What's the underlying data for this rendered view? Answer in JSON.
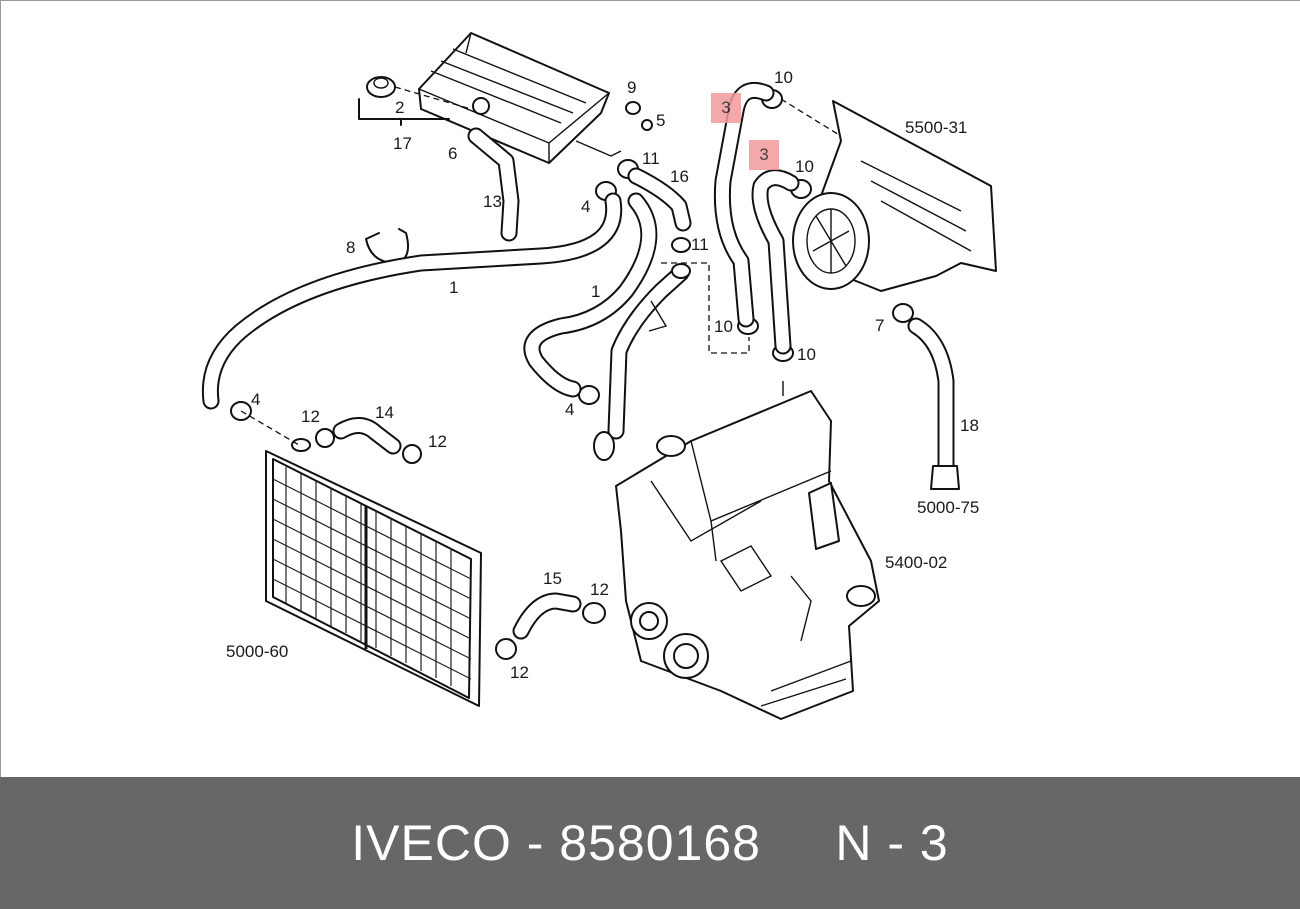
{
  "footer": {
    "text": "IVECO - 8580168     N - 3"
  },
  "callouts": {
    "c2": "2",
    "c17": "17",
    "c6": "6",
    "c13": "13",
    "c9": "9",
    "c5": "5",
    "c11a": "11",
    "c16": "16",
    "c4a": "4",
    "c8": "8",
    "c1a": "1",
    "c11b": "11",
    "c1b": "1",
    "c4b": "4",
    "c4c": "4",
    "c12a": "12",
    "c14": "14",
    "c12b": "12",
    "c10a": "10",
    "c3a": "3",
    "c3b": "3",
    "c10b": "10",
    "c10c": "10",
    "c10d": "10",
    "c7": "7",
    "c18": "18",
    "c15": "15",
    "c12c": "12",
    "c12d": "12"
  },
  "assemblies": {
    "a5500_31": "5500-31",
    "a5000_75": "5000-75",
    "a5400_02": "5400-02",
    "a5000_60": "5000-60"
  },
  "highlight": {
    "color": "#f29b9b"
  },
  "colors": {
    "footer_bg": "#676767",
    "footer_text": "#ffffff",
    "line": "#111111"
  }
}
